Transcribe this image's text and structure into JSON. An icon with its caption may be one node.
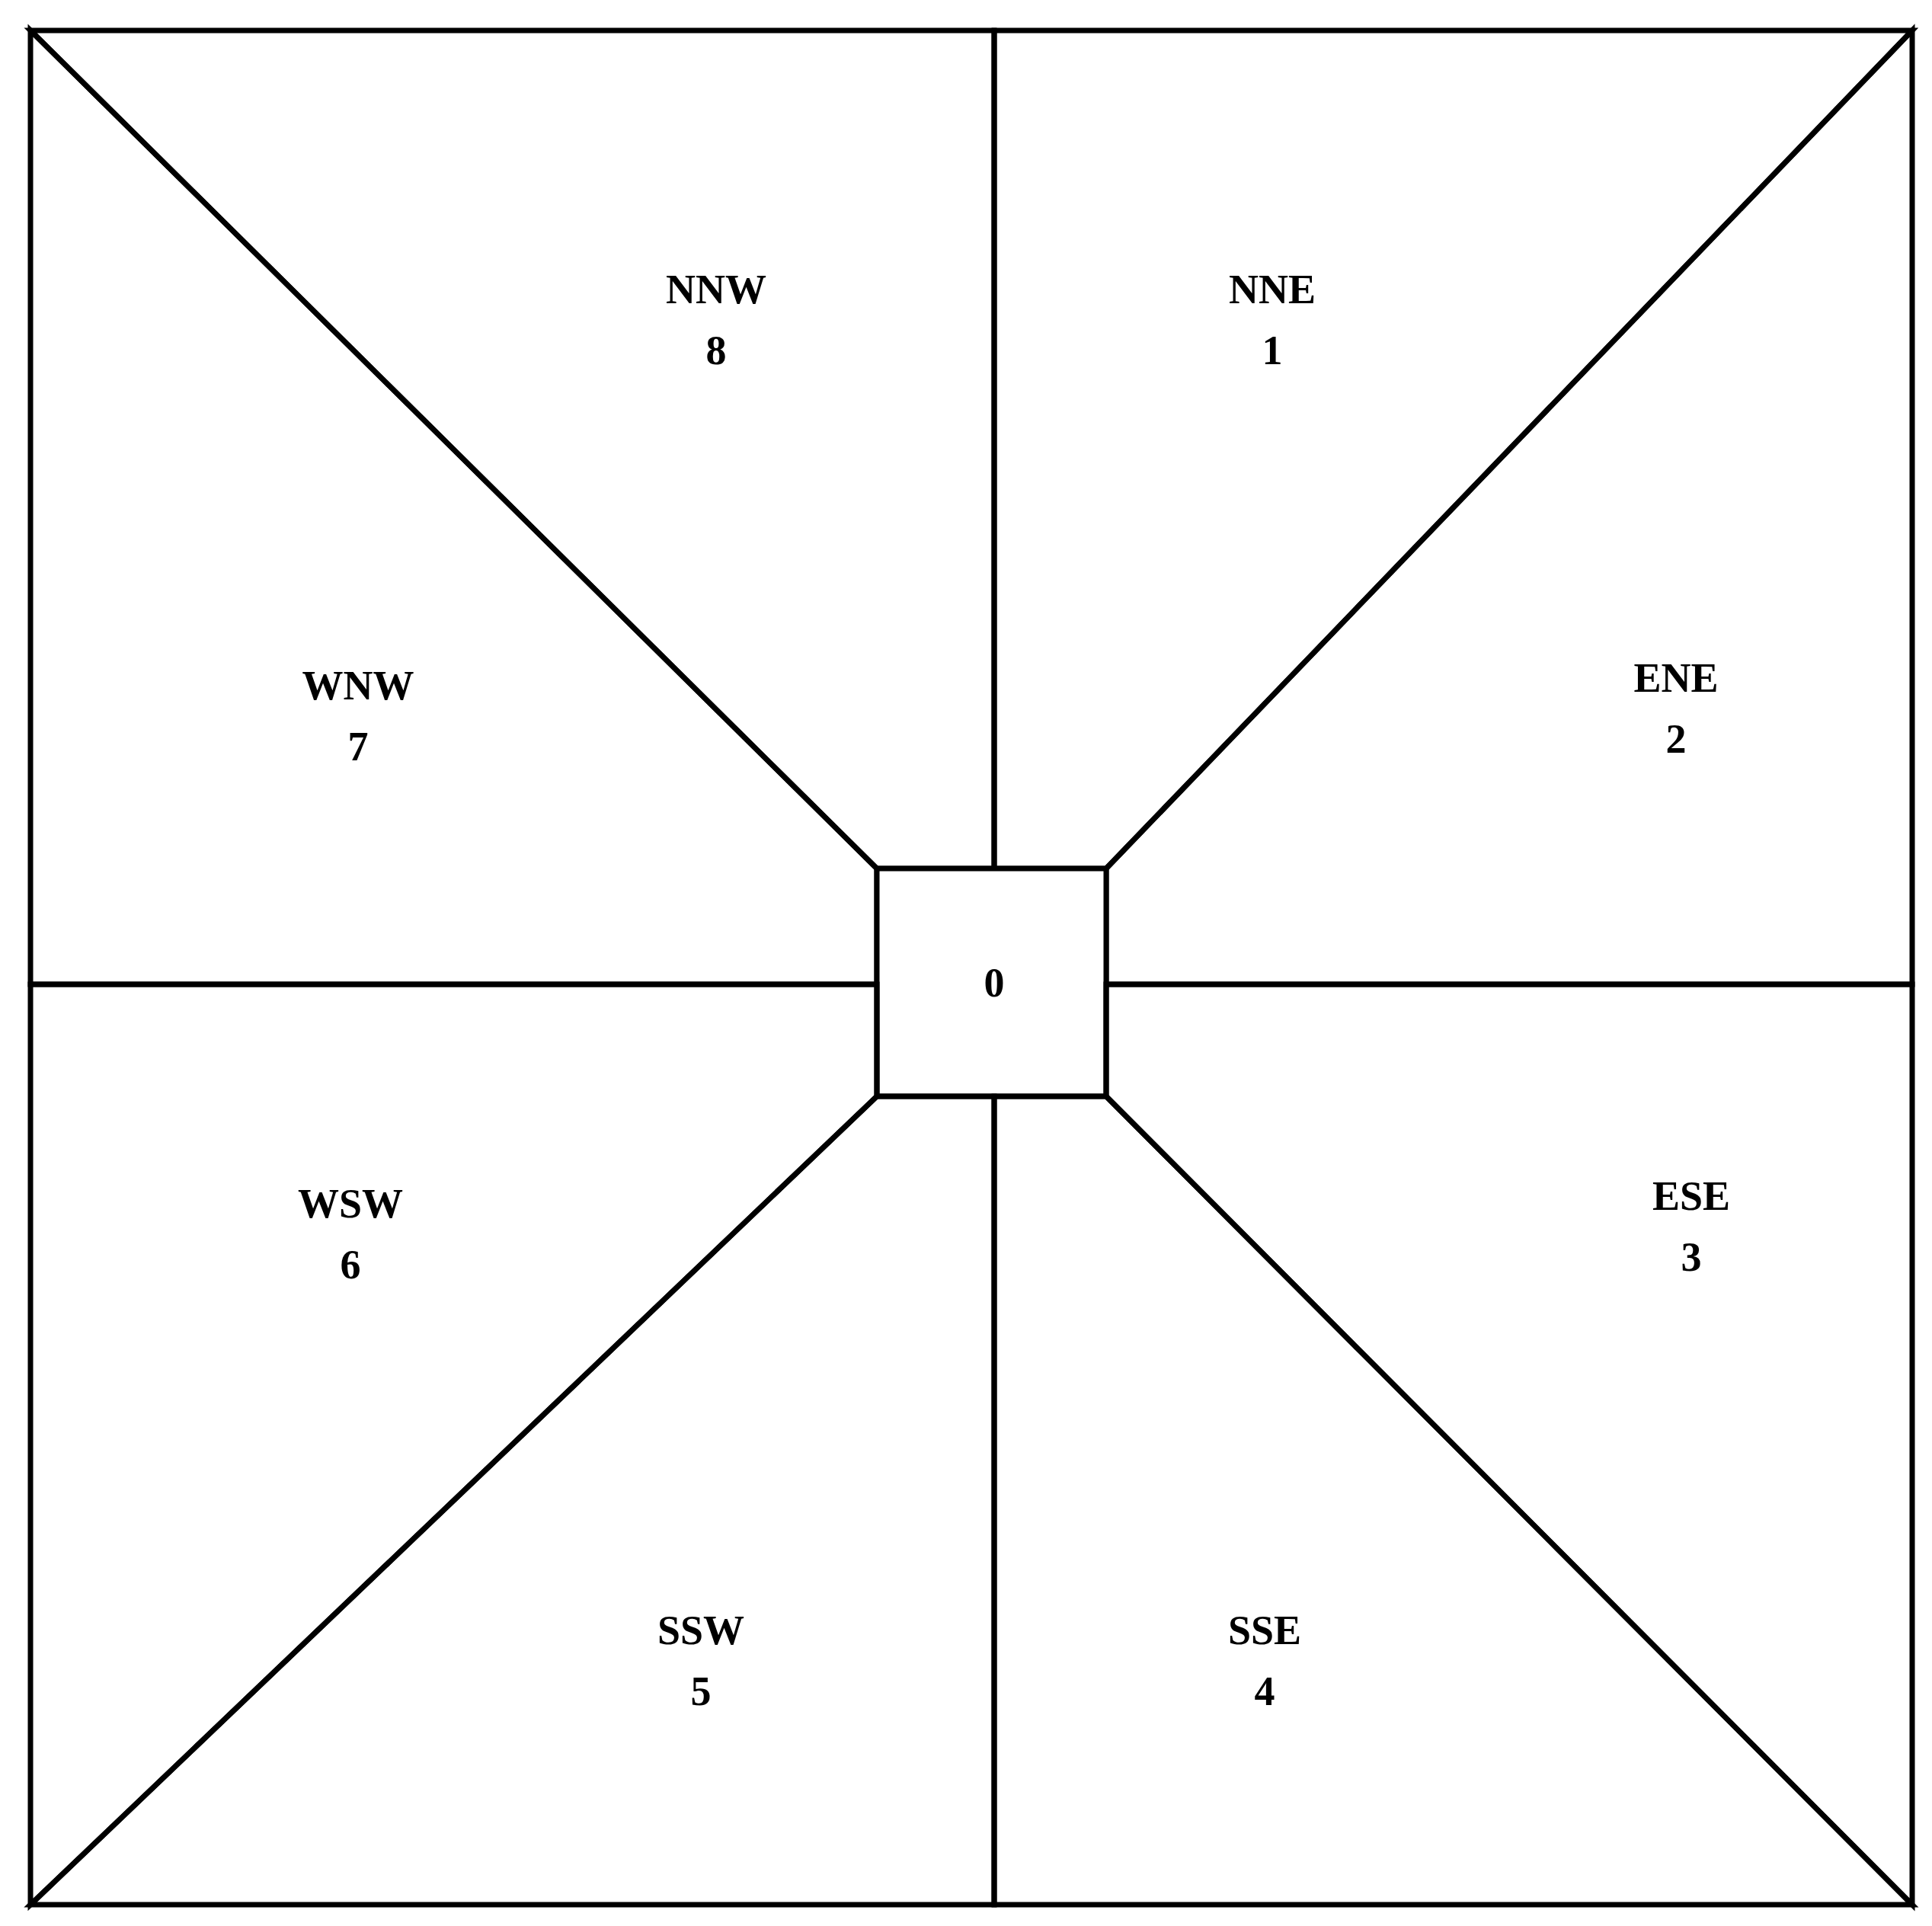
{
  "diagram": {
    "nodes": [
      {
        "text": [
          "NNW",
          "8"
        ]
      },
      {
        "text": [
          "NNE",
          "1"
        ]
      },
      {
        "text": [
          "WNW",
          "7"
        ]
      },
      {
        "text": [
          "ENE",
          "2"
        ]
      },
      {
        "text": [
          "0"
        ]
      },
      {
        "text": [
          "WSW",
          "6"
        ]
      },
      {
        "text": [
          "ESE",
          "3"
        ]
      },
      {
        "text": [
          "SSW",
          "5"
        ]
      },
      {
        "text": [
          "SSE",
          "4"
        ]
      }
    ]
  }
}
